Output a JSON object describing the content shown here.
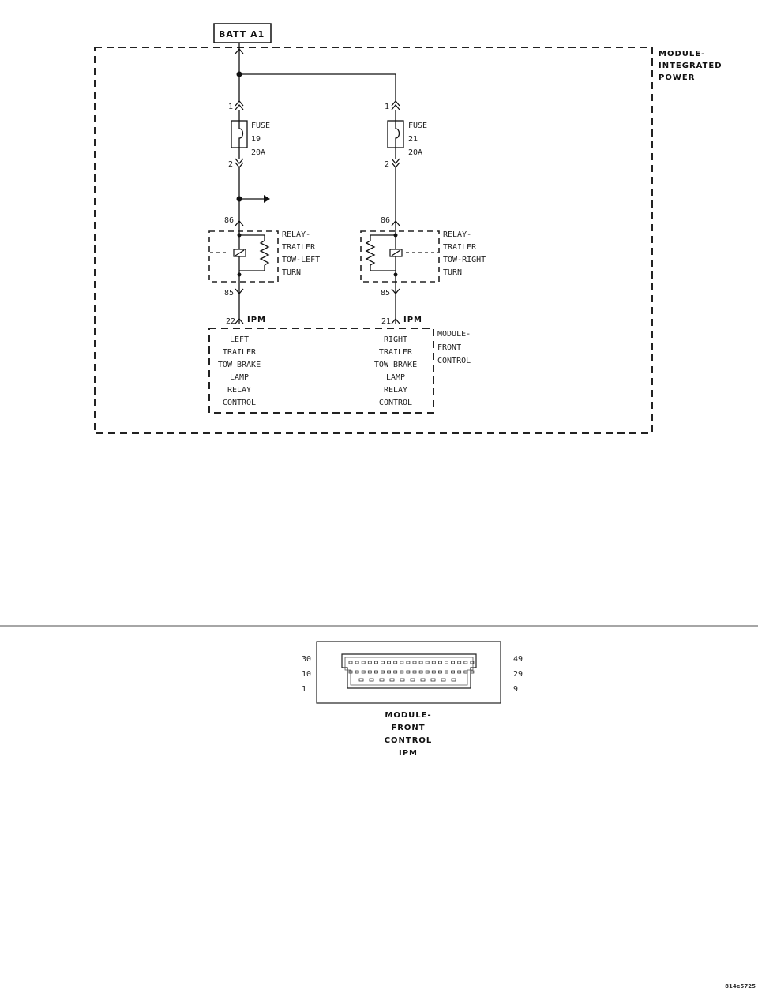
{
  "batt": "BATT A1",
  "module_integrated_power": [
    "MODULE-",
    "INTEGRATED",
    "POWER"
  ],
  "fuse_left": {
    "pin_top": "1",
    "label": "FUSE",
    "number": "19",
    "rating": "20A",
    "pin_bottom": "2"
  },
  "fuse_right": {
    "pin_top": "1",
    "label": "FUSE",
    "number": "21",
    "rating": "20A",
    "pin_bottom": "2"
  },
  "relay_left": {
    "pin_top": "86",
    "pin_bottom": "85",
    "label": [
      "RELAY-",
      "TRAILER",
      "TOW-LEFT",
      "TURN"
    ]
  },
  "relay_right": {
    "pin_top": "86",
    "pin_bottom": "85",
    "label": [
      "RELAY-",
      "TRAILER",
      "TOW-RIGHT",
      "TURN"
    ]
  },
  "fcm_left": {
    "pin": "22",
    "connector": "IPM",
    "label": [
      "LEFT",
      "TRAILER",
      "TOW BRAKE",
      "LAMP",
      "RELAY",
      "CONTROL"
    ]
  },
  "fcm_right": {
    "pin": "21",
    "connector": "IPM",
    "label": [
      "RIGHT",
      "TRAILER",
      "TOW BRAKE",
      "LAMP",
      "RELAY",
      "CONTROL"
    ]
  },
  "module_front_control": [
    "MODULE-",
    "FRONT",
    "CONTROL"
  ],
  "connector_view": {
    "left_pins": [
      "30",
      "10",
      "1"
    ],
    "right_pins": [
      "49",
      "29",
      "9"
    ],
    "caption": [
      "MODULE-",
      "FRONT",
      "CONTROL",
      "IPM"
    ]
  },
  "figure_id": "814e5725"
}
